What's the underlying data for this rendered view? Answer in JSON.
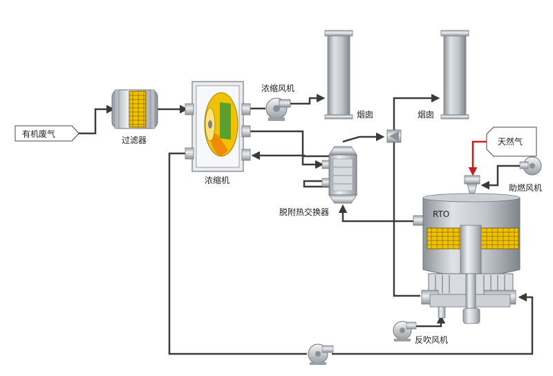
{
  "labels": {
    "waste_gas": "有机废气",
    "filter": "过滤器",
    "concentrator": "浓缩机",
    "concentrator_fan": "浓缩风机",
    "chimney_1": "烟囱",
    "chimney_2": "烟囱",
    "heat_exchanger": "脱附热交换器",
    "natural_gas": "天然气",
    "combustion_fan": "助燃风机",
    "rto": "RTO",
    "backblow_fan": "反吹风机"
  },
  "colors": {
    "pipe": "#3a3a3a",
    "gas_line": "#d01818",
    "honeycomb": "#f2c200",
    "rotor_green": "#5aa02c",
    "rotor_orange": "#f08a00",
    "equipment": "#c8ccd2"
  }
}
